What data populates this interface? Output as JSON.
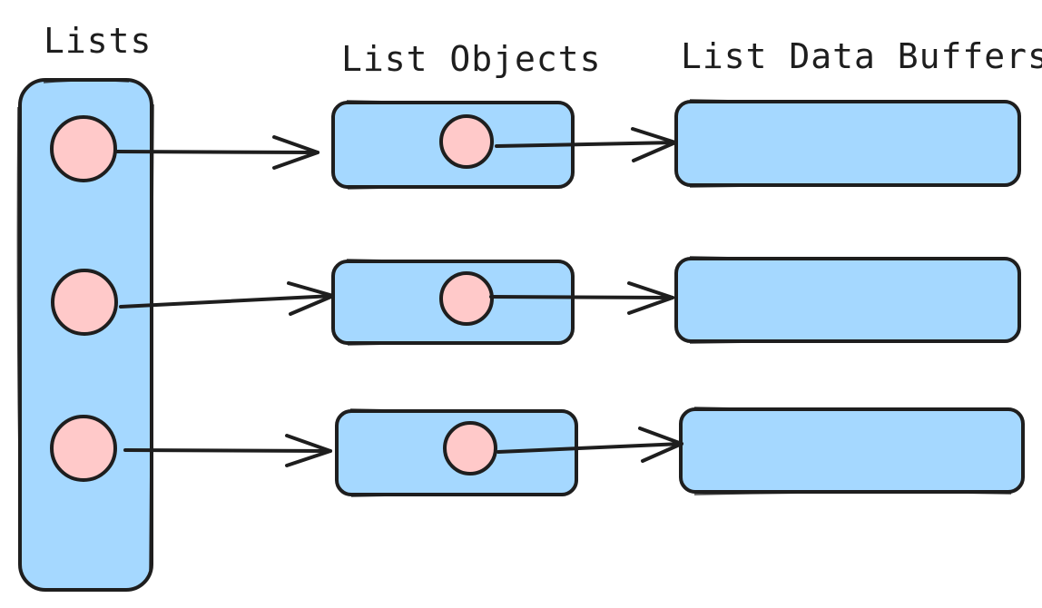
{
  "labels": {
    "lists": "Lists",
    "list_objects": "List Objects",
    "list_data_buffers": "List Data Buffers"
  },
  "colors": {
    "box_fill": "#a5d8ff",
    "dot_fill": "#ffc9c9",
    "stroke": "#1e1e1e",
    "background": "#ffffff"
  }
}
